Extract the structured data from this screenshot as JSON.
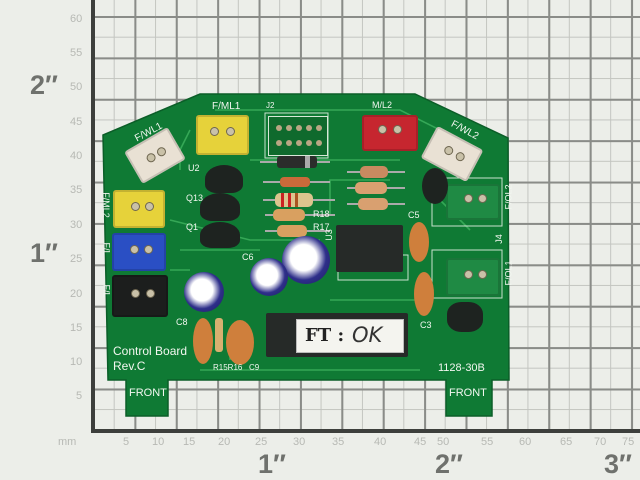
{
  "scene": {
    "description": "Photo of a green printed circuit board on a gridded measuring mat",
    "background_color": "#eceee9",
    "pcb_color": "#0f7a34"
  },
  "ruler": {
    "unit_label": "mm",
    "vertical_ticks": [
      "60",
      "55",
      "50",
      "45",
      "40",
      "35",
      "30",
      "25",
      "20",
      "15",
      "10",
      "5"
    ],
    "horizontal_ticks": [
      "5",
      "10",
      "15",
      "20",
      "25",
      "30",
      "35",
      "40",
      "45",
      "50",
      "55",
      "60",
      "65",
      "70",
      "75"
    ],
    "inch_marks_vertical": [
      "2″",
      "1″"
    ],
    "inch_marks_horizontal": [
      "1″",
      "2″",
      "3″"
    ]
  },
  "board": {
    "title": "Control Board",
    "revision": "Rev.C",
    "part_number": "1128-30B",
    "front_tab_left": "FRONT",
    "front_tab_right": "FRONT",
    "connectors": [
      {
        "ref": "F/WL1",
        "color": "#e9e1d4"
      },
      {
        "ref": "F/ML1",
        "color": "#e6d23a"
      },
      {
        "ref": "J2",
        "color": "#1d2b22"
      },
      {
        "ref": "M/L2",
        "color": "#c6262f"
      },
      {
        "ref": "F/WL2",
        "color": "#e9e1d4"
      },
      {
        "ref": "F/ML2",
        "color": "#e6d23a"
      },
      {
        "ref": "F/L",
        "color": "#2a4fc4"
      },
      {
        "ref": "F/L",
        "color": "#1c1e1d"
      },
      {
        "ref": "F/OL2",
        "color": "#1f8a44"
      },
      {
        "ref": "J4",
        "color": "#1a5c31"
      },
      {
        "ref": "F/OL1",
        "color": "#1f8a44"
      }
    ],
    "component_labels": {
      "u2": "U2",
      "q13": "Q13",
      "q1": "Q1",
      "r18": "R18",
      "r17": "R17",
      "u3": "U3",
      "c5": "C5",
      "c6": "C6",
      "c8": "C8",
      "c9": "C9",
      "c3": "C3",
      "r15r16": "R15R16"
    },
    "ic_sticker": {
      "prefix": "FT :",
      "handwritten": "OK"
    }
  }
}
